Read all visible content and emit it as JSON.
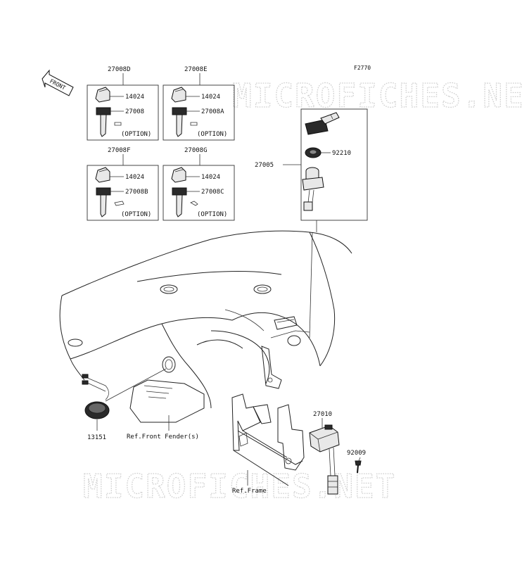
{
  "figure_code": "F2770",
  "watermark_text": "MICROFICHES.NET",
  "front_label": "FRONT",
  "key_sets": [
    {
      "set_number": "27008D",
      "top_part": "14024",
      "bottom_part": "27008",
      "option": "(OPTION)"
    },
    {
      "set_number": "27008E",
      "top_part": "14024",
      "bottom_part": "27008A",
      "option": "(OPTION)"
    },
    {
      "set_number": "27008F",
      "top_part": "14024",
      "bottom_part": "27008B",
      "option": "(OPTION)"
    },
    {
      "set_number": "27008G",
      "top_part": "14024",
      "bottom_part": "27008C",
      "option": "(OPTION)"
    }
  ],
  "ignition_assembly": {
    "set_number": "27005",
    "nut_part": "92210"
  },
  "parts": {
    "horn_switch": "13151",
    "relay": "27010",
    "bolt": "92009"
  },
  "references": {
    "front_fender": "Ref.Front Fender(s)",
    "frame": "Ref.Frame"
  }
}
